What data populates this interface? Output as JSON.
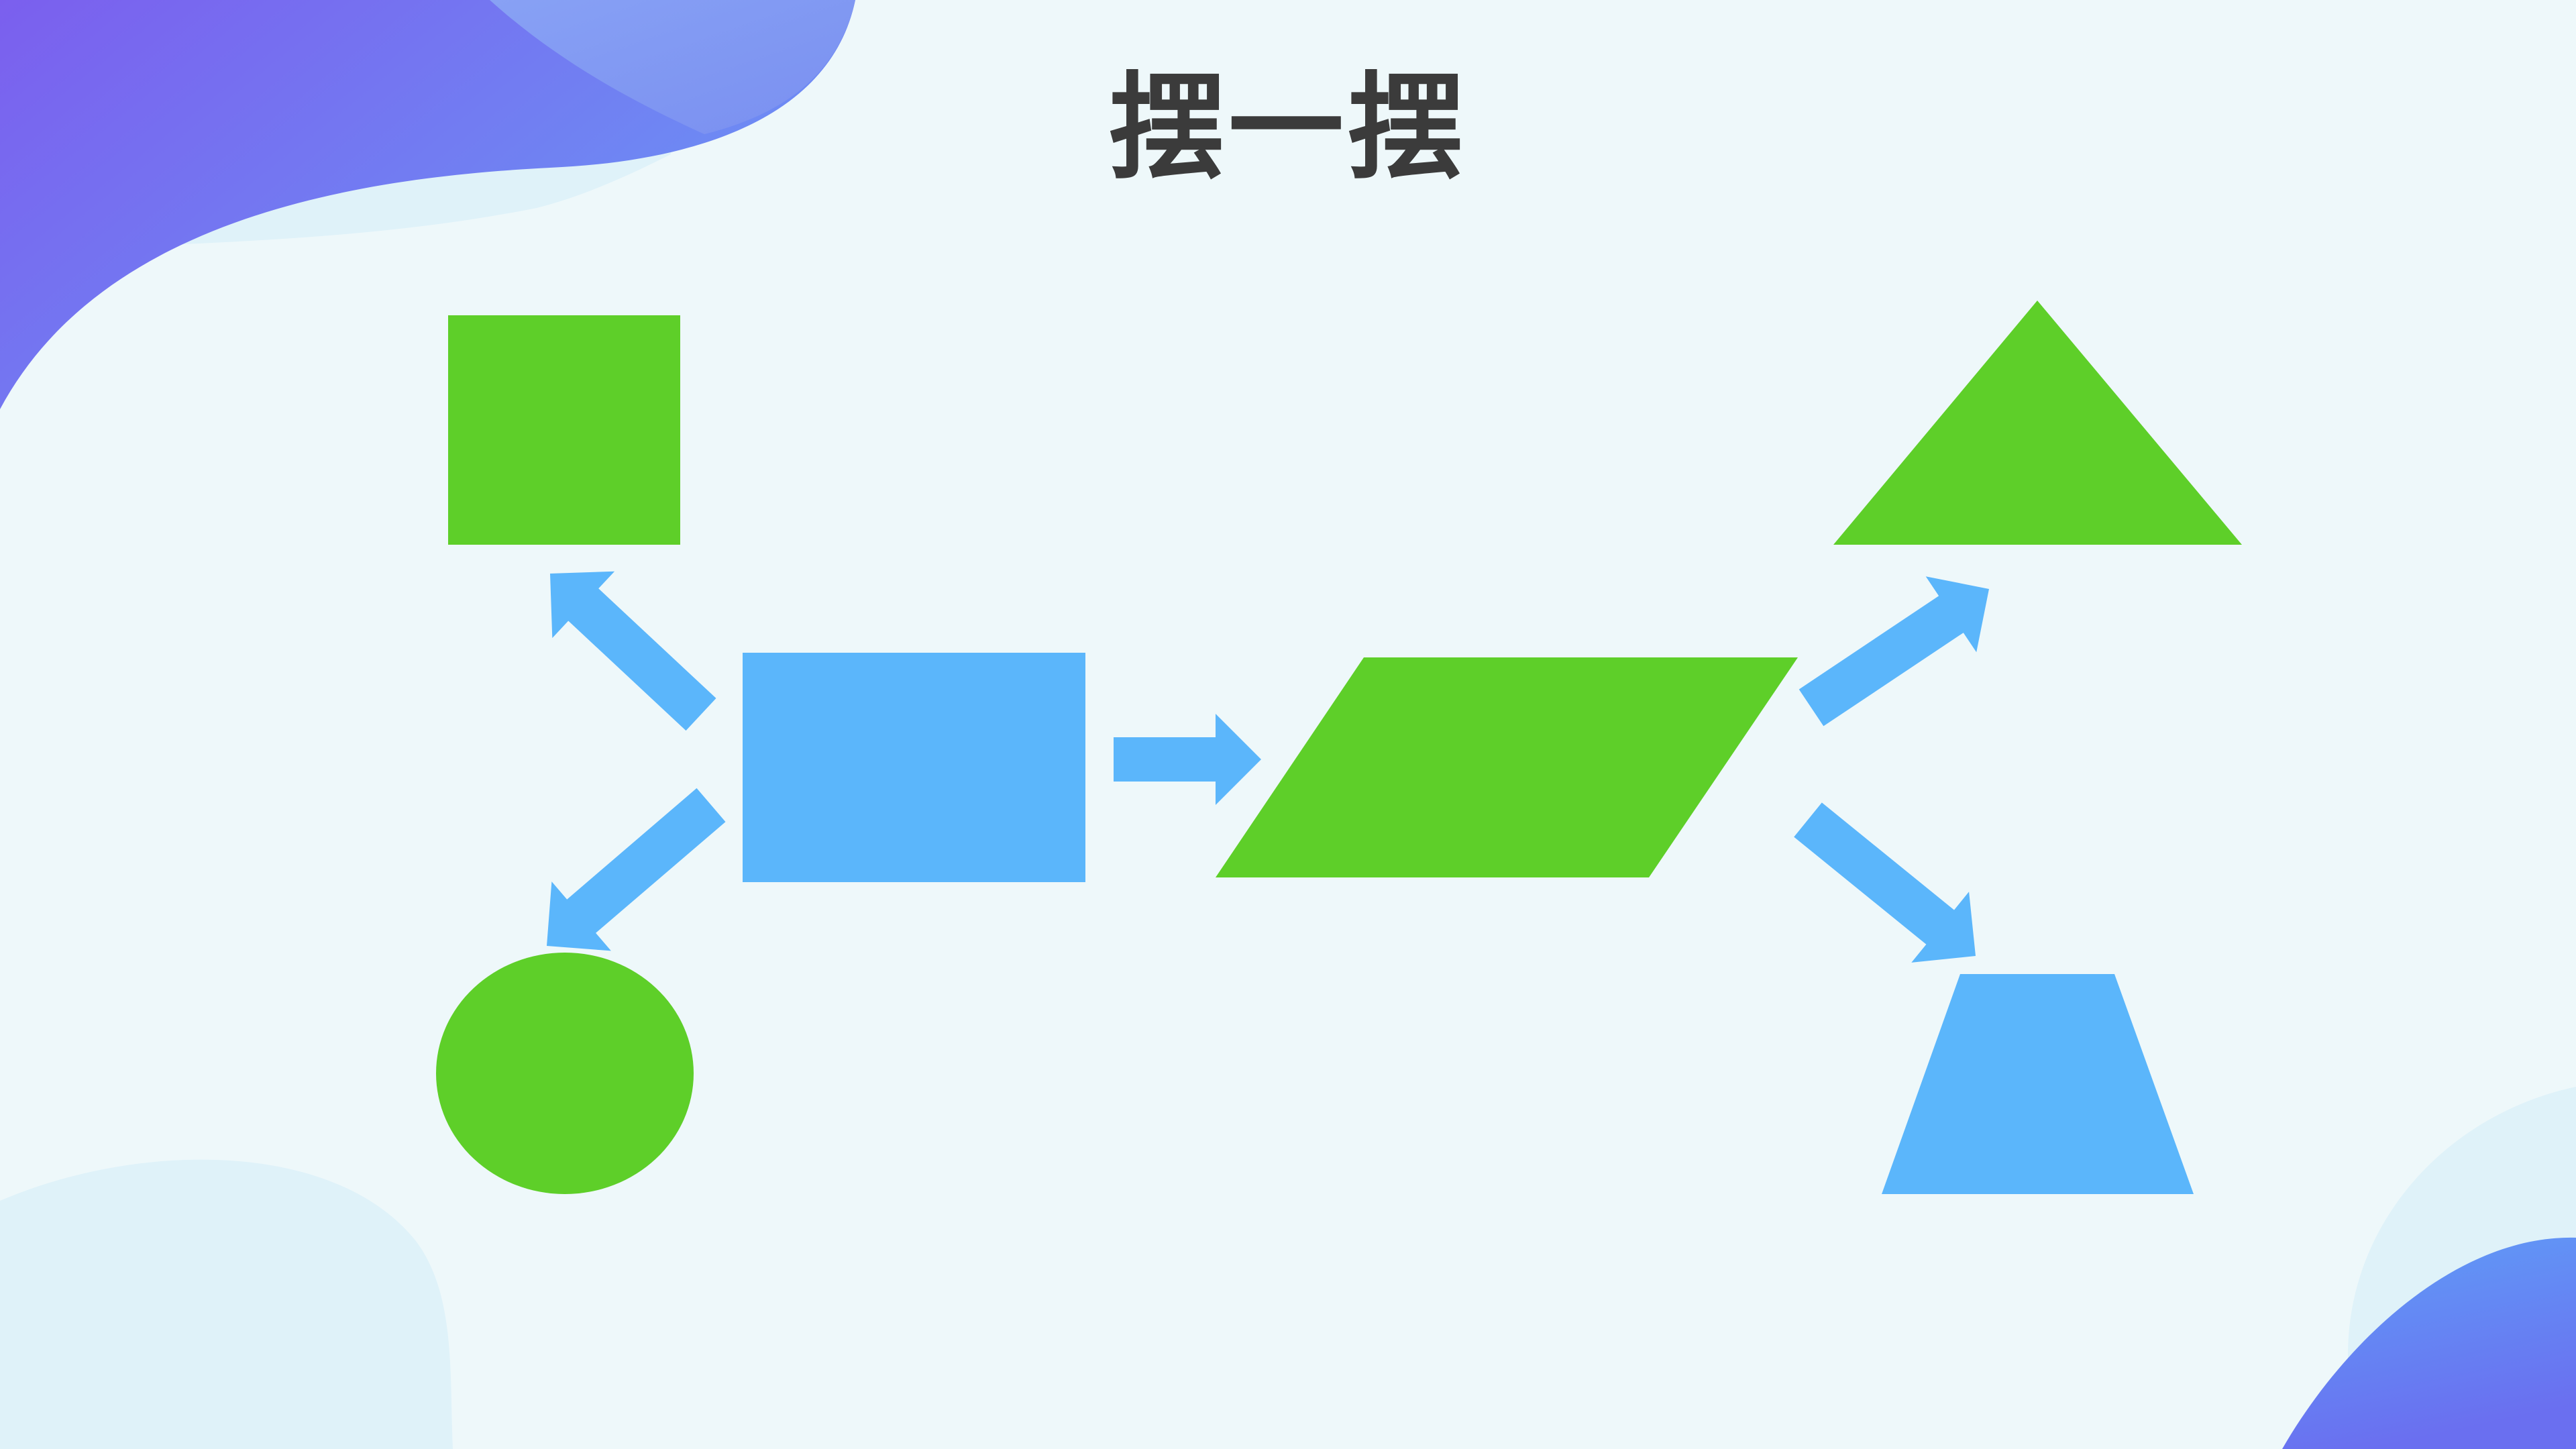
{
  "title": "摆一摆",
  "colors": {
    "background": "#eef8fa",
    "shape_green": "#5ecf29",
    "shape_blue": "#5bb6fb",
    "arrow_blue": "#5bb6fb",
    "accent_purple": "#7b63ee",
    "accent_blue": "#6a8ff4",
    "soft_circle": "#dff2f9",
    "title_text": "#3b3b3b"
  },
  "shapes": [
    {
      "name": "source-rectangle",
      "kind": "rectangle",
      "color": "blue"
    },
    {
      "name": "square",
      "kind": "square",
      "color": "green"
    },
    {
      "name": "circle",
      "kind": "circle",
      "color": "green"
    },
    {
      "name": "parallelogram",
      "kind": "parallelogram",
      "color": "green"
    },
    {
      "name": "triangle",
      "kind": "triangle",
      "color": "green"
    },
    {
      "name": "trapezoid",
      "kind": "trapezoid",
      "color": "blue"
    }
  ],
  "connections": [
    {
      "from": "source-rectangle",
      "to": "square"
    },
    {
      "from": "source-rectangle",
      "to": "circle"
    },
    {
      "from": "source-rectangle",
      "to": "parallelogram"
    },
    {
      "from": "parallelogram",
      "to": "triangle"
    },
    {
      "from": "parallelogram",
      "to": "trapezoid"
    }
  ]
}
